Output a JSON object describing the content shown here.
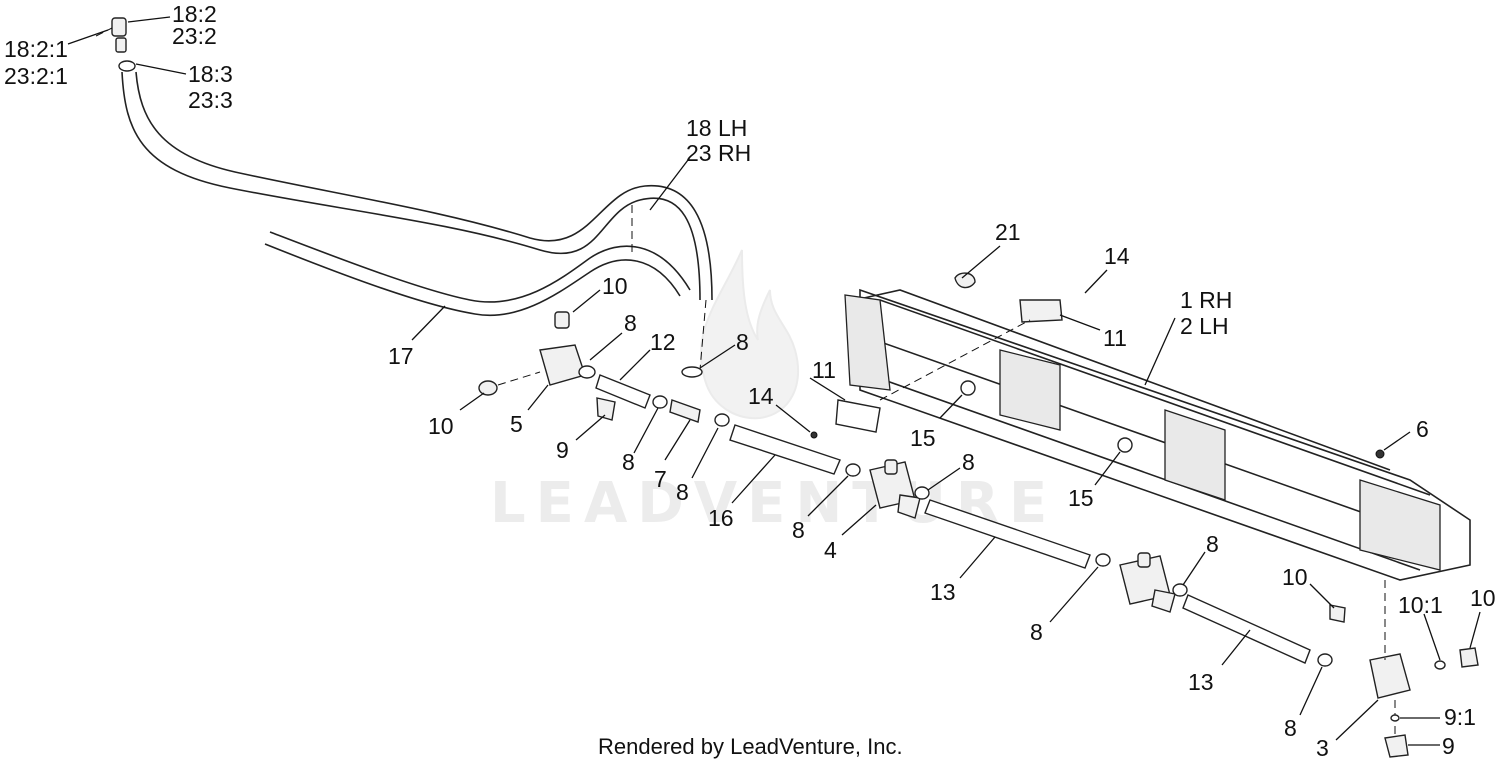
{
  "watermark": {
    "text": "LEADVENTURE"
  },
  "credit": {
    "text": "Rendered by LeadVenture, Inc."
  },
  "callouts": [
    {
      "id": "c-18-2",
      "text": "18:2"
    },
    {
      "id": "c-23-2",
      "text": "23:2"
    },
    {
      "id": "c-18-2-1",
      "text": "18:2:1"
    },
    {
      "id": "c-23-2-1",
      "text": "23:2:1"
    },
    {
      "id": "c-18-3",
      "text": "18:3"
    },
    {
      "id": "c-23-3",
      "text": "23:3"
    },
    {
      "id": "c-18lh",
      "text": "18 LH"
    },
    {
      "id": "c-23rh",
      "text": "23 RH"
    },
    {
      "id": "c-17",
      "text": "17"
    },
    {
      "id": "c-10a",
      "text": "10"
    },
    {
      "id": "c-8a",
      "text": "8"
    },
    {
      "id": "c-12",
      "text": "12"
    },
    {
      "id": "c-8b",
      "text": "8"
    },
    {
      "id": "c-10b",
      "text": "10"
    },
    {
      "id": "c-5",
      "text": "5"
    },
    {
      "id": "c-9a",
      "text": "9"
    },
    {
      "id": "c-8c",
      "text": "8"
    },
    {
      "id": "c-7",
      "text": "7"
    },
    {
      "id": "c-8d",
      "text": "8"
    },
    {
      "id": "c-11a",
      "text": "11"
    },
    {
      "id": "c-14a",
      "text": "14"
    },
    {
      "id": "c-16",
      "text": "16"
    },
    {
      "id": "c-21",
      "text": "21"
    },
    {
      "id": "c-14b",
      "text": "14"
    },
    {
      "id": "c-11b",
      "text": "11"
    },
    {
      "id": "c-1rh",
      "text": "1 RH"
    },
    {
      "id": "c-2lh",
      "text": "2 LH"
    },
    {
      "id": "c-15a",
      "text": "15"
    },
    {
      "id": "c-15b",
      "text": "15"
    },
    {
      "id": "c-6",
      "text": "6"
    },
    {
      "id": "c-8e",
      "text": "8"
    },
    {
      "id": "c-8f",
      "text": "8"
    },
    {
      "id": "c-4",
      "text": "4"
    },
    {
      "id": "c-13a",
      "text": "13"
    },
    {
      "id": "c-8g",
      "text": "8"
    },
    {
      "id": "c-8h",
      "text": "8"
    },
    {
      "id": "c-10c",
      "text": "10"
    },
    {
      "id": "c-10-1",
      "text": "10:1"
    },
    {
      "id": "c-10d",
      "text": "10"
    },
    {
      "id": "c-13b",
      "text": "13"
    },
    {
      "id": "c-8i",
      "text": "8"
    },
    {
      "id": "c-3",
      "text": "3"
    },
    {
      "id": "c-9-1",
      "text": "9:1"
    },
    {
      "id": "c-9b",
      "text": "9"
    }
  ]
}
